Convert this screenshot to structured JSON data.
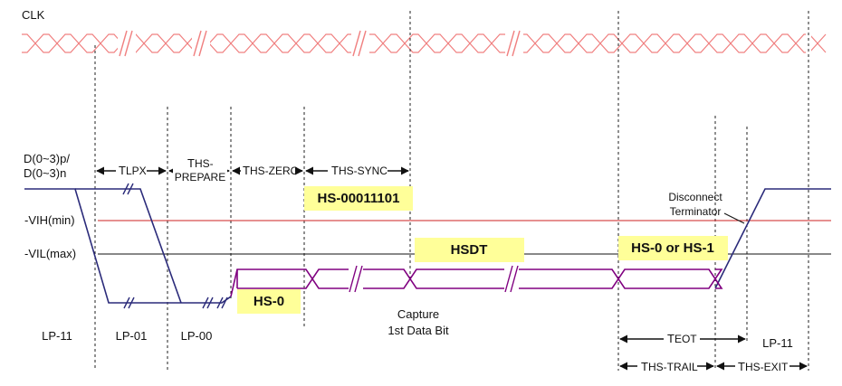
{
  "signals": {
    "clock": "CLK",
    "data_line1": "D(0~3)p/",
    "data_line2": "D(0~3)n"
  },
  "levels": {
    "vih": "-VIH(min)",
    "vil": "-VIL(max)"
  },
  "timings": {
    "tlpx_main": "T",
    "tlpx_sub": "LPX",
    "thsprep_main": "T",
    "thsprep_sub1": "HS-",
    "thsprep_sub2": "PREPARE",
    "thszero_main": "T",
    "thszero_sub": "HS-ZERO",
    "thssync_main": "T",
    "thssync_sub": "HS-SYNC",
    "teot_main": "T",
    "teot_sub": "EOT",
    "thstrail_main": "T",
    "thstrail_sub": "HS-TRAIL",
    "thsexit_main": "T",
    "thsexit_sub": "HS-EXIT"
  },
  "boxes": {
    "sync": "HS-00011101",
    "hsdt": "HSDT",
    "trail": "HS-0 or HS-1",
    "hs0": "HS-0"
  },
  "states": {
    "lp11_start": "LP-11",
    "lp01": "LP-01",
    "lp00": "LP-00",
    "lp11_end": "LP-11"
  },
  "notes": {
    "capture1": "Capture",
    "capture2": "1st Data Bit",
    "disc1": "Disconnect",
    "disc2": "Terminator"
  },
  "colors": {
    "clock": "#f08080",
    "hs_data": "#800080",
    "lp_data": "#2b2b7a",
    "vih_line": "#cc2222",
    "highlight": "#ffff99"
  }
}
